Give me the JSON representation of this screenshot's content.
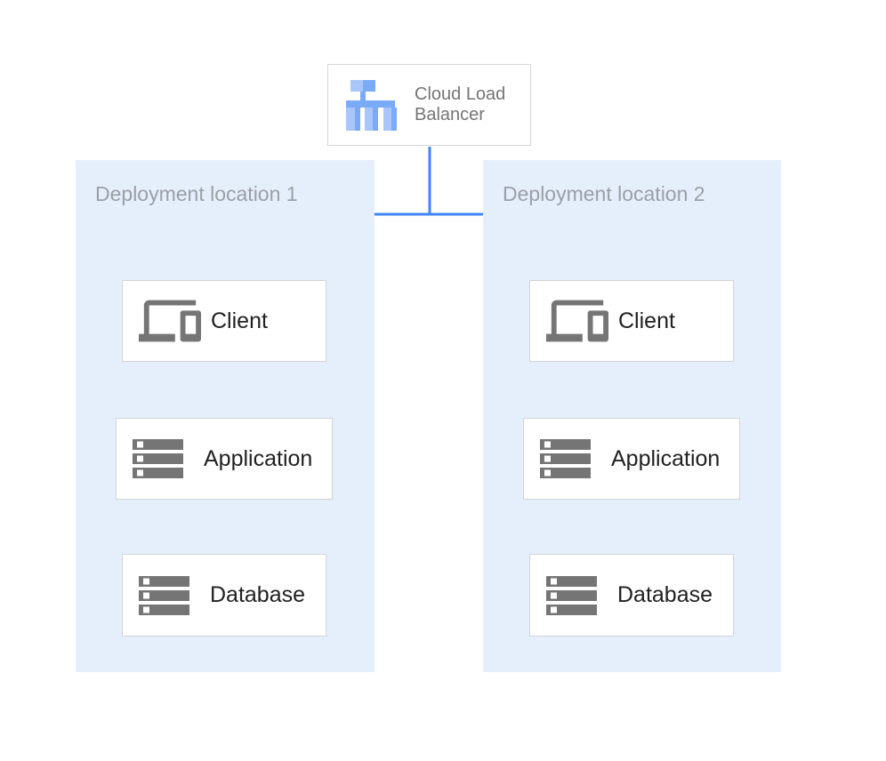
{
  "load_balancer": {
    "label": "Cloud Load Balancer",
    "icon": "cloud-load-balancer-icon"
  },
  "panels": [
    {
      "label": "Deployment location 1",
      "nodes": [
        {
          "label": "Client",
          "icon": "devices-icon"
        },
        {
          "label": "Application",
          "icon": "server-stack-icon"
        },
        {
          "label": "Database",
          "icon": "server-stack-icon"
        }
      ]
    },
    {
      "label": "Deployment location 2",
      "nodes": [
        {
          "label": "Client",
          "icon": "devices-icon"
        },
        {
          "label": "Application",
          "icon": "server-stack-icon"
        },
        {
          "label": "Database",
          "icon": "server-stack-icon"
        }
      ]
    }
  ],
  "colors": {
    "background": "#ffffff",
    "panel_bg": "#e5effc",
    "box_bg": "#ffffff",
    "box_border": "#d2d4d6",
    "connector": "#4285f4",
    "node_text": "#212121",
    "muted_text": "#757575",
    "panel_label_text": "#9aa0a6",
    "icon_gray": "#757575",
    "lb_icon_light": "#a8c6f8",
    "lb_icon_medium": "#7baaf7"
  }
}
